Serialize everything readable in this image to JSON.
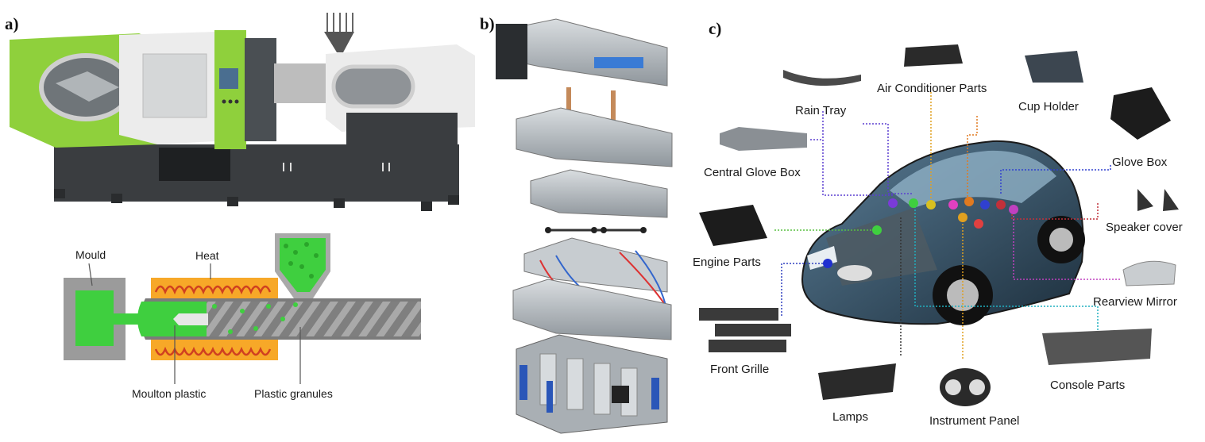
{
  "panels": {
    "a": {
      "letter": "a)"
    },
    "b": {
      "letter": "b)"
    },
    "c": {
      "letter": "c)"
    }
  },
  "diagram_a": {
    "labels": {
      "mould": "Mould",
      "heat": "Heat",
      "molten": "Moulton plastic",
      "granules": "Plastic granules"
    }
  },
  "diagram_c": {
    "parts": {
      "rain_tray": "Rain Tray",
      "air_conditioner": "Air Conditioner Parts",
      "cup_holder": "Cup Holder",
      "central_glove_box": "Central Glove Box",
      "glove_box": "Glove Box",
      "speaker_cover": "Speaker cover",
      "engine_parts": "Engine Parts",
      "rearview_mirror": "Rearview Mirror",
      "front_grille": "Front Grille",
      "console_parts": "Console Parts",
      "lamps": "Lamps",
      "instrument_panel": "Instrument Panel"
    }
  },
  "colors": {
    "machine_green": "#8fd03c",
    "machine_white": "#ececec",
    "machine_dark": "#3a3d40",
    "heater_orange": "#f7a828",
    "heater_coil": "#d04020",
    "mould_gray": "#9b9b9b",
    "plastic_green": "#3fcf3f",
    "steel": "#b9bec3"
  }
}
